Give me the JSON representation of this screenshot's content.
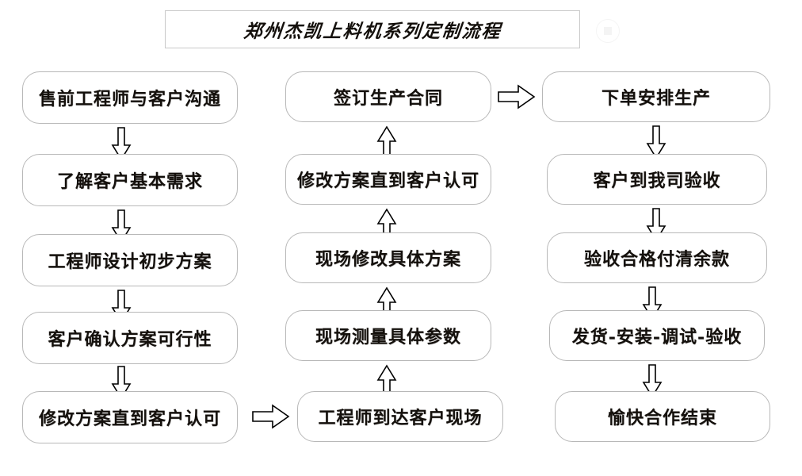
{
  "diagram": {
    "title": "郑州杰凯上料机系列定制流程",
    "columns": [
      {
        "id": "column-1",
        "flow_direction": "down",
        "nodes": [
          {
            "label": "售前工程师与客户沟通"
          },
          {
            "label": "了解客户基本需求"
          },
          {
            "label": "工程师设计初步方案"
          },
          {
            "label": "客户确认方案可行性"
          },
          {
            "label": "修改方案直到客户认可"
          }
        ]
      },
      {
        "id": "column-2",
        "flow_direction": "up",
        "nodes": [
          {
            "label": "签订生产合同"
          },
          {
            "label": "修改方案直到客户认可"
          },
          {
            "label": "现场修改具体方案"
          },
          {
            "label": "现场测量具体参数"
          },
          {
            "label": "工程师到达客户现场"
          }
        ]
      },
      {
        "id": "column-3",
        "flow_direction": "down",
        "nodes": [
          {
            "label": "下单安排生产"
          },
          {
            "label": "客户到我司验收"
          },
          {
            "label": "验收合格付清余款"
          },
          {
            "label": "发货-安装-调试-验收"
          },
          {
            "label": "愉快合作结束"
          }
        ]
      }
    ],
    "connectors": [
      {
        "id": "c1-a1",
        "kind": "arrow-down"
      },
      {
        "id": "c1-a2",
        "kind": "arrow-down"
      },
      {
        "id": "c1-a3",
        "kind": "arrow-down"
      },
      {
        "id": "c1-a4",
        "kind": "arrow-down"
      },
      {
        "id": "c1-to-c2",
        "kind": "arrow-right"
      },
      {
        "id": "c2-a1",
        "kind": "arrow-up"
      },
      {
        "id": "c2-a2",
        "kind": "arrow-up"
      },
      {
        "id": "c2-a3",
        "kind": "arrow-up"
      },
      {
        "id": "c2-a4",
        "kind": "arrow-up"
      },
      {
        "id": "c2-to-c3",
        "kind": "arrow-right"
      },
      {
        "id": "c3-a1",
        "kind": "arrow-down"
      },
      {
        "id": "c3-a2",
        "kind": "arrow-down"
      },
      {
        "id": "c3-a3",
        "kind": "arrow-down"
      },
      {
        "id": "c3-a4",
        "kind": "arrow-down"
      }
    ],
    "colors": {
      "background": "#ffffff",
      "box_border": "#b8b8b8",
      "title_border": "#c9c9c9",
      "text": "#14100c",
      "arrow_stroke": "#000000",
      "arrow_fill": "#ffffff"
    }
  }
}
